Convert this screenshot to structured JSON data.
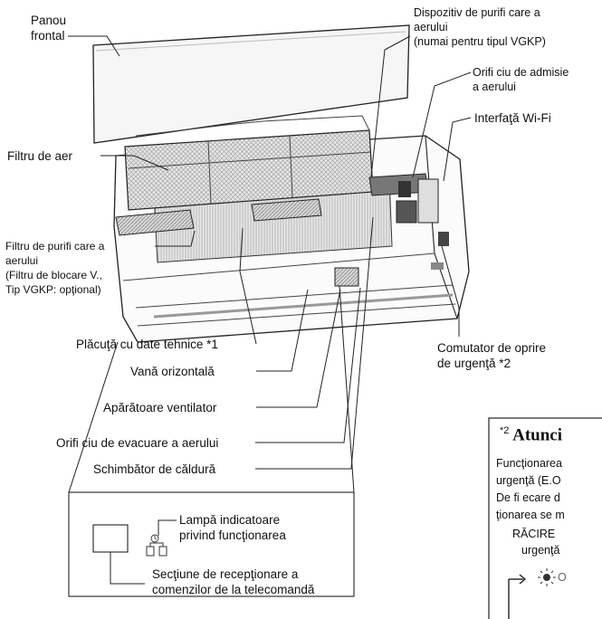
{
  "labels": {
    "panou_frontal": [
      "Panou",
      "frontal"
    ],
    "dispozitiv": [
      "Dispozitiv de purifi care a",
      "aerului",
      "(numai pentru tipul VGKP)"
    ],
    "orificiu_admisie": [
      "Orifi ciu de admisie",
      "a aerului"
    ],
    "wifi": "Interfaţă Wi-Fi",
    "filtru_aer": "Filtru de aer",
    "filtru_purificare": [
      "Filtru de purifi care a",
      "aerului",
      "(Filtru de blocare V.,",
      "Tip VGKP: opţional)"
    ],
    "placuta": "Plăcuţă cu date tehnice *1",
    "vana": "Vană orizontală",
    "aparatoare": "Apărătoare ventilator",
    "evacuare": "Orifi ciu de evacuare a aerului",
    "schimbator": "Schimbător de căldură",
    "comutator": [
      "Comutator de oprire",
      "de urgenţă *2"
    ]
  },
  "inset": {
    "lampa": [
      "Lampă indicatoare",
      "privind funcţionarea"
    ],
    "sectiune": [
      "Secţiune de recepţionare a",
      "comenzilor de la telecomandă"
    ]
  },
  "note_box": {
    "marker": "*2",
    "title": "Atunci",
    "lines": [
      "Funcţionarea",
      "urgenţă (E.O",
      "De fi ecare d",
      "ţionarea se m"
    ],
    "mode_lines": [
      "RĂCIRE",
      "urgenţă"
    ],
    "lamp_text": "O"
  },
  "colors": {
    "line": "#222222",
    "panel_fill": "#f4f4f4",
    "shade": "#cfcfcf",
    "dark": "#555555"
  }
}
